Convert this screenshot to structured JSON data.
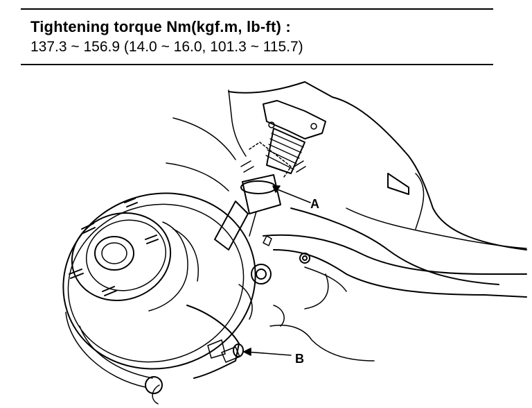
{
  "spec": {
    "title": "Tightening torque Nm(kgf.m, lb-ft) :",
    "values": "137.3 ~ 156.9 (14.0 ~ 16.0, 101.3 ~ 115.7)"
  },
  "callouts": {
    "a": "A",
    "b": "B"
  },
  "colors": {
    "ink": "#000000",
    "paper": "#ffffff"
  }
}
